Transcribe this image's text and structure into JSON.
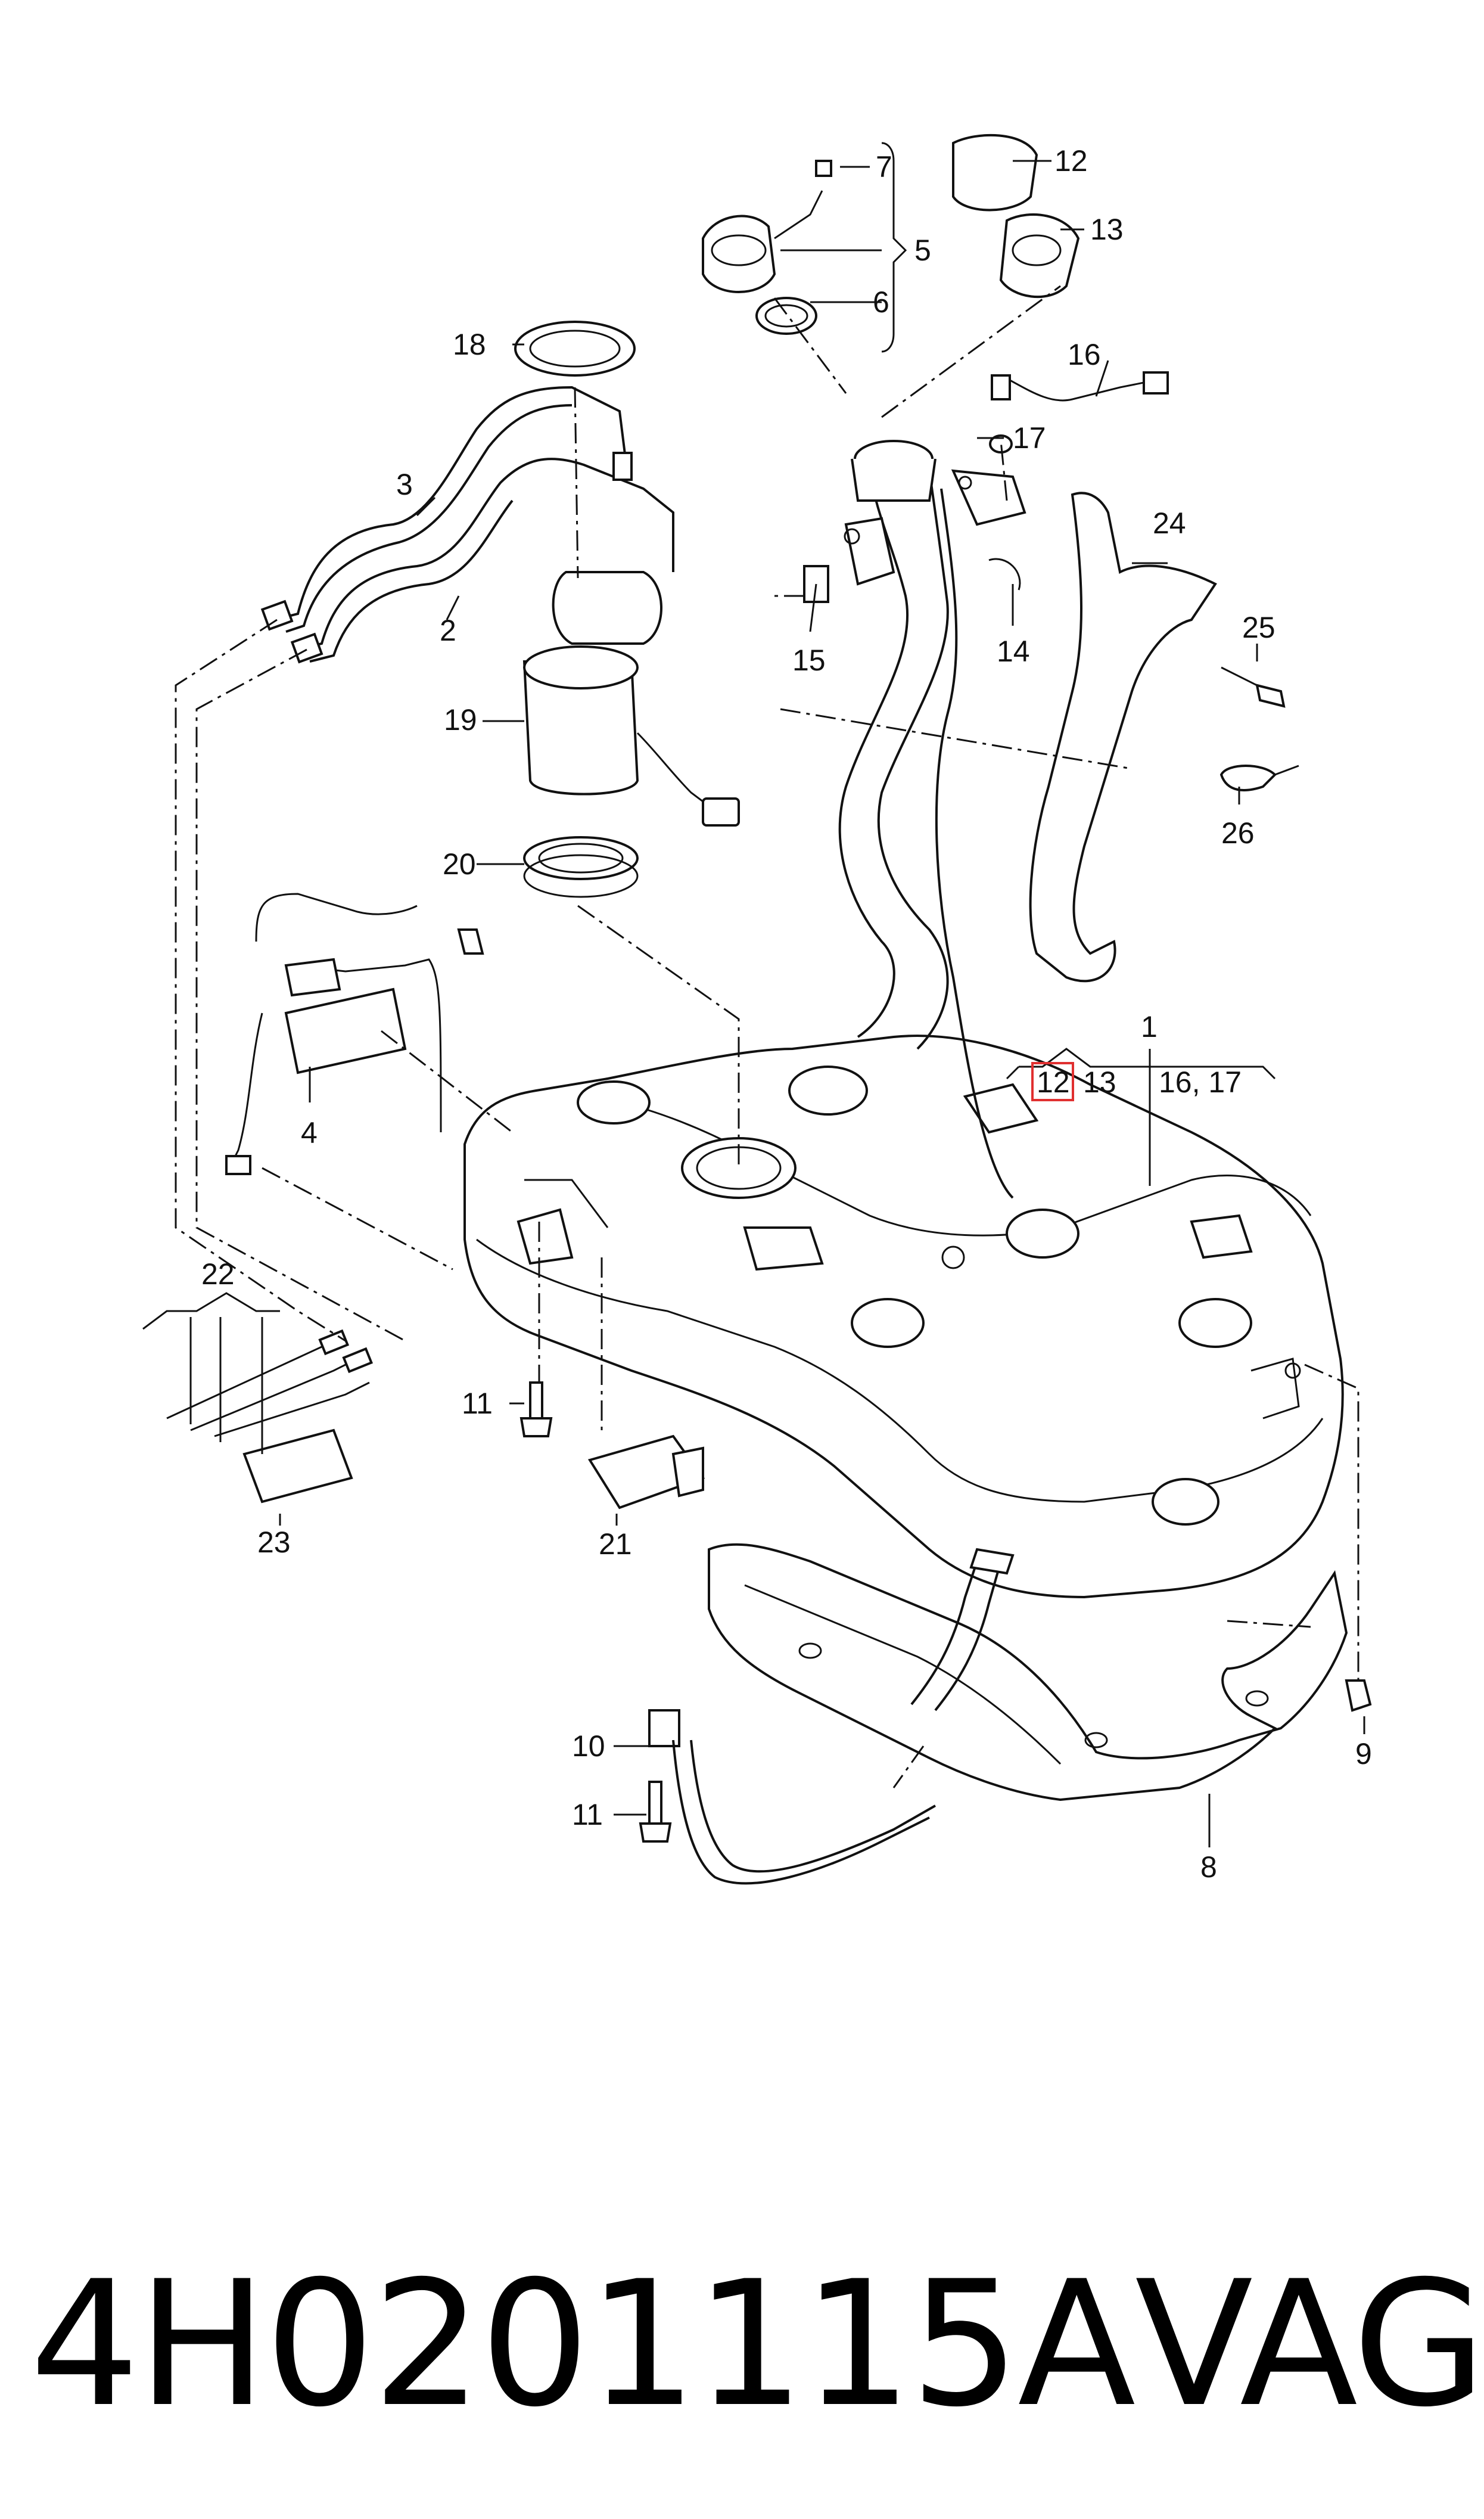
{
  "labels": {
    "l1": "1",
    "l2": "2",
    "l3": "3",
    "l4": "4",
    "l5": "5",
    "l6": "6",
    "l7": "7",
    "l8": "8",
    "l9": "9",
    "l10": "10",
    "l11a": "11",
    "l11b": "11",
    "l12": "12",
    "l13": "13",
    "l14": "14",
    "l15": "15",
    "l16": "16",
    "l17": "17",
    "l18": "18",
    "l19": "19",
    "l20": "20",
    "l21": "21",
    "l22": "22",
    "l23": "23",
    "l24": "24",
    "l25": "25",
    "l26": "26"
  },
  "group_1": {
    "highlighted": "12",
    "b": "13",
    "c": "16, 17"
  },
  "highlight_color": "#e03030",
  "footer": {
    "part_number": "4H0201115A",
    "brand": "VAG"
  }
}
